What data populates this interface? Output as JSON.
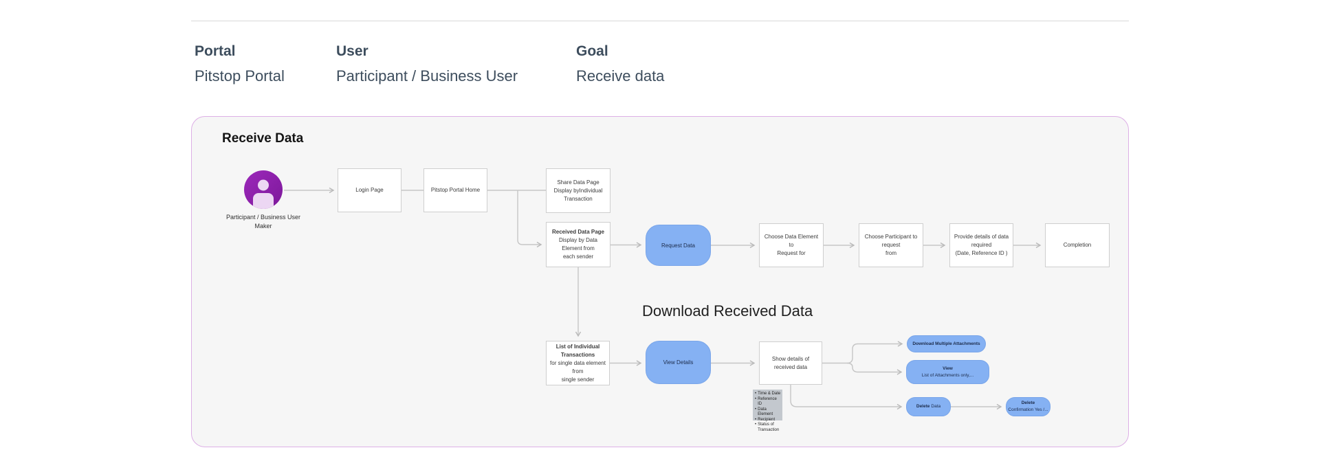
{
  "header": {
    "columns": [
      {
        "label": "Portal",
        "value": "Pitstop Portal"
      },
      {
        "label": "User",
        "value": "Participant / Business User"
      },
      {
        "label": "Goal",
        "value": "Receive data"
      }
    ]
  },
  "diagram": {
    "title": "Receive Data",
    "section_title": "Download Received Data",
    "actor": {
      "lines": [
        "Participant / Business User",
        "Maker"
      ]
    },
    "nodes": {
      "login": {
        "lines": [
          "Login Page"
        ]
      },
      "portal_home": {
        "lines": [
          "Pitstop Portal Home"
        ]
      },
      "share_data": {
        "lines": [
          "Share Data Page",
          "Display byIndividual",
          "Transaction"
        ]
      },
      "received_data": {
        "lines": [
          "Received Data Page",
          "Display by Data Element from",
          "each sender"
        ]
      },
      "request_data": {
        "lines": [
          "Request Data"
        ]
      },
      "choose_element": {
        "lines": [
          "Choose Data Element to",
          "Request for"
        ]
      },
      "choose_participant": {
        "lines": [
          "Choose Participant to request",
          "from"
        ]
      },
      "provide_details": {
        "lines": [
          "Provide details of data",
          "required",
          "(Date, Reference ID )"
        ]
      },
      "completion": {
        "lines": [
          "Completion"
        ]
      },
      "list_transactions": {
        "lines": [
          "List of Individual",
          "Transactions",
          "for single data element from",
          "single sender"
        ]
      },
      "view_details": {
        "lines": [
          "View Details"
        ]
      },
      "show_details": {
        "lines": [
          "Show details of received data"
        ]
      },
      "download_multiple": {
        "lines": [
          "Download Multiple Attachments"
        ]
      },
      "view_list": {
        "lines": [
          "View",
          "List of Attachments only,..."
        ]
      },
      "delete_data": {
        "bold_text": "Delete",
        "rest_text": "Data"
      },
      "delete_confirmation": {
        "lines": [
          "Delete",
          "Confirmation Yes /..."
        ]
      }
    },
    "note": {
      "items": [
        "Time & Date",
        "Reference ID",
        "Data Element",
        "Recipient",
        "Status of Transaction"
      ]
    }
  },
  "colors": {
    "canvas_border": "#ddafe6",
    "canvas_background": "#f6f6f6",
    "node_border": "#cecece",
    "node_background": "#ffffff",
    "accent_blue": "#85b1f3",
    "accent_blue_border": "#79a5e9",
    "accent_purple": "#8d1fa8",
    "actor_glyph": "#ecd7f3",
    "connector": "#c5c5c5",
    "note_background": "#c3c8ce",
    "header_text": "#3d4d5d"
  }
}
